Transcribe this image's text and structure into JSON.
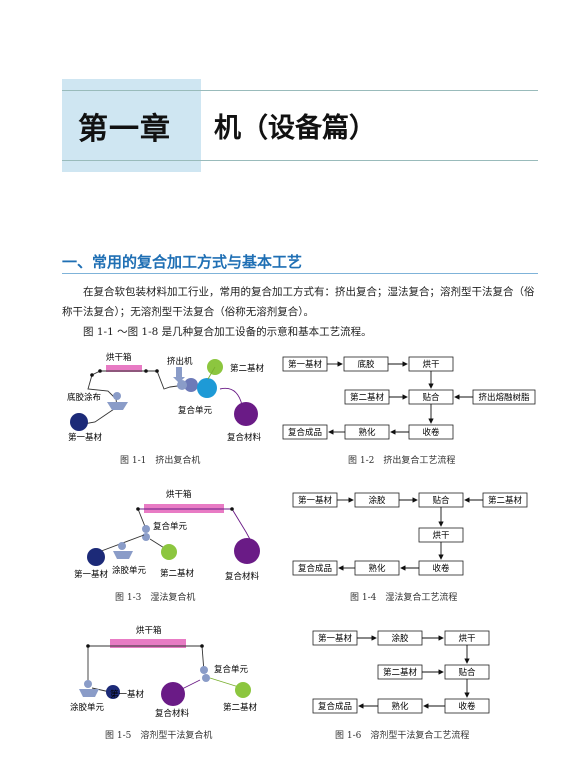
{
  "chapter": {
    "number": "第一章",
    "title": "机（设备篇）"
  },
  "section": {
    "title": "一、常用的复合加工方式与基本工艺"
  },
  "body": {
    "para1": "在复合软包装材料加工行业，常用的复合加工方式有：挤出复合；湿法复合；溶剂型干法复合（俗称干法复合）；无溶剂型干法复合（俗称无溶剂复合）。",
    "para2": "图 1-1 ～图 1-8 是几种复合加工设备的示意和基本工艺流程。"
  },
  "fig1": {
    "caption": "图 1-1　挤出复合机",
    "labels": {
      "oven": "烘干箱",
      "extruder": "挤出机",
      "second": "第二基材",
      "coater": "底胶涂布",
      "unit": "复合单元",
      "first": "第一基材",
      "product": "复合材料"
    }
  },
  "fig2": {
    "caption": "图 1-2　挤出复合工艺流程",
    "boxes": {
      "first": "第一基材",
      "primer": "底胶",
      "dry": "烘干",
      "second": "第二基材",
      "laminate": "贴合",
      "resin": "挤出熔融树脂",
      "product": "复合成品",
      "cure": "熟化",
      "wind": "收卷"
    }
  },
  "fig3": {
    "caption": "图 1-3　湿法复合机",
    "labels": {
      "oven": "烘干箱",
      "unit": "复合单元",
      "first": "第一基材",
      "glue": "涂胶单元",
      "second": "第二基材",
      "product": "复合材料"
    }
  },
  "fig4": {
    "caption": "图 1-4　湿法复合工艺流程",
    "boxes": {
      "first": "第一基材",
      "glue": "涂胶",
      "laminate": "贴合",
      "second": "第二基材",
      "dry": "烘干",
      "product": "复合成品",
      "cure": "熟化",
      "wind": "收卷"
    }
  },
  "fig5": {
    "caption": "图 1-5　溶剂型干法复合机",
    "labels": {
      "oven": "烘干箱",
      "unit": "复合单元",
      "first": "第一基材",
      "glue": "涂胶单元",
      "product": "复合材料",
      "second": "第二基材"
    }
  },
  "fig6": {
    "caption": "图 1-6　溶剂型干法复合工艺流程",
    "boxes": {
      "first": "第一基材",
      "glue": "涂胶",
      "dry": "烘干",
      "second": "第二基材",
      "laminate": "贴合",
      "product": "复合成品",
      "cure": "熟化",
      "wind": "收卷"
    }
  },
  "colors": {
    "accent": "#1f6fb4",
    "band": "#cfe6f2",
    "oven": "#e87bc4",
    "navy": "#1c2a78",
    "purple": "#6a1b86",
    "green": "#8cc63f",
    "steel": "#8a9cc8",
    "cyan": "#1e9ad6"
  }
}
